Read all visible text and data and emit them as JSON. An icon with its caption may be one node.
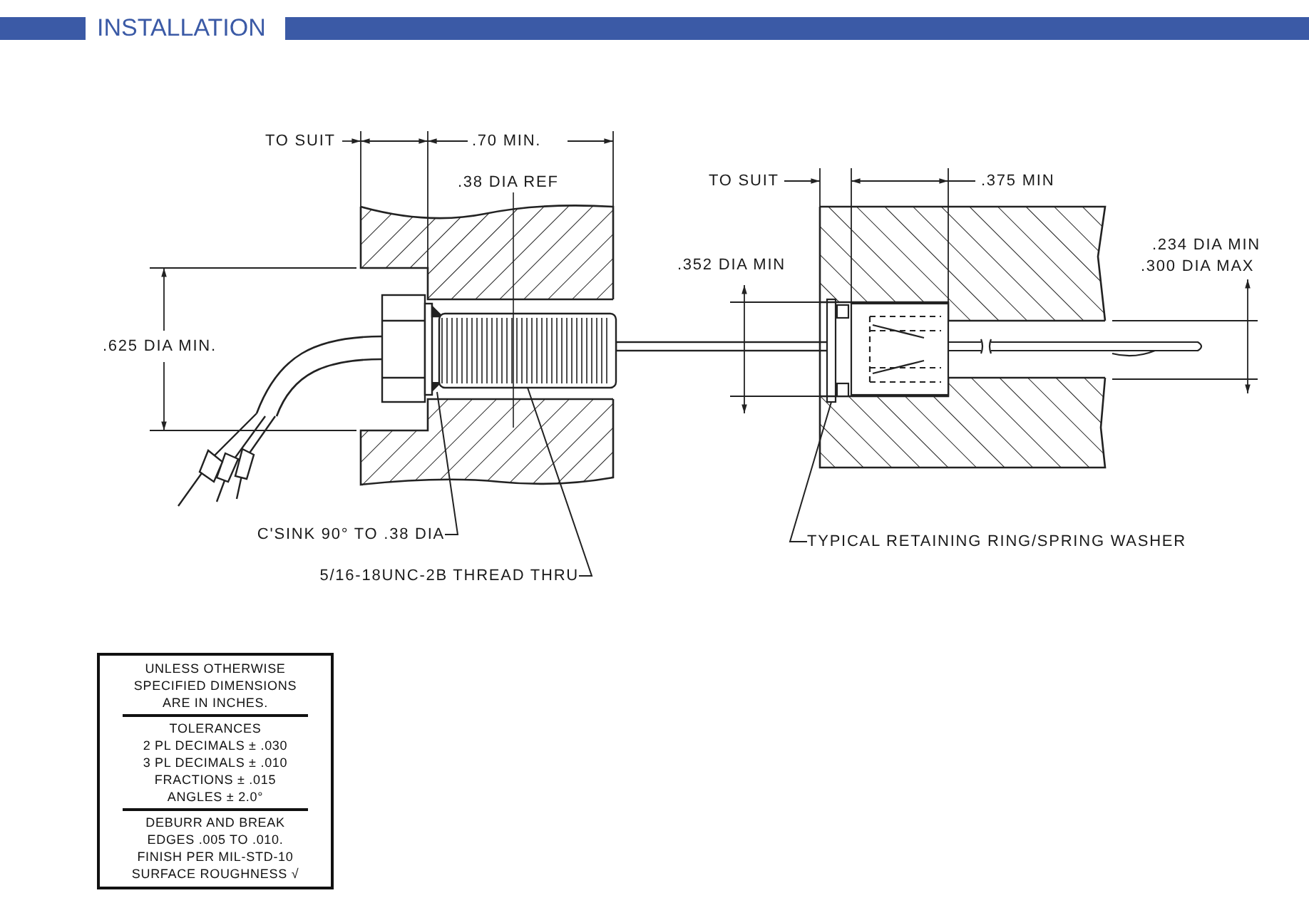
{
  "diagram": {
    "title": "INSTALLATION",
    "nodes": [
      {
        "text": [
          "C'SINK 90° TO .38 DIA"
        ]
      },
      {
        "text": [
          "5/16-18UNC-2B THREAD THRU"
        ]
      },
      {
        "text": [
          "TYPICAL RETAINING RING/SPRING WASHER"
        ]
      },
      {
        "text": [
          "UNLESS OTHERWISE SPECIFIED DIMENSIONS ARE IN INCHES.",
          "TOLERANCES",
          "2 PL DECIMALS ± .030",
          "3 PL DECIMALS ± .010",
          "FRACTIONS ± .015",
          "ANGLES ± 2.0°",
          "DEBURR AND BREAK EDGES .005 TO .010. FINISH PER MIL-STD-10",
          "SURFACE ROUGHNESS √"
        ]
      },
      {
        "text": [],
        "shape": "triangle"
      },
      {
        "text": [],
        "shape": "box"
      },
      {
        "text": [],
        "shape": "bar"
      }
    ],
    "edges": [
      {
        "from": 0,
        "to": 4,
        "arrow": "none"
      },
      {
        "from": 1,
        "to": 5,
        "arrow": "none"
      },
      {
        "from": 2,
        "to": 6,
        "arrow": "none"
      }
    ],
    "labels": [
      "TO SUIT",
      ".70 MIN.",
      ".38 DIA REF",
      ".625 DIA MIN.",
      "TO SUIT",
      ".375 MIN",
      ".352 DIA MIN",
      ".234 DIA MIN",
      ".300 DIA MAX"
    ]
  }
}
